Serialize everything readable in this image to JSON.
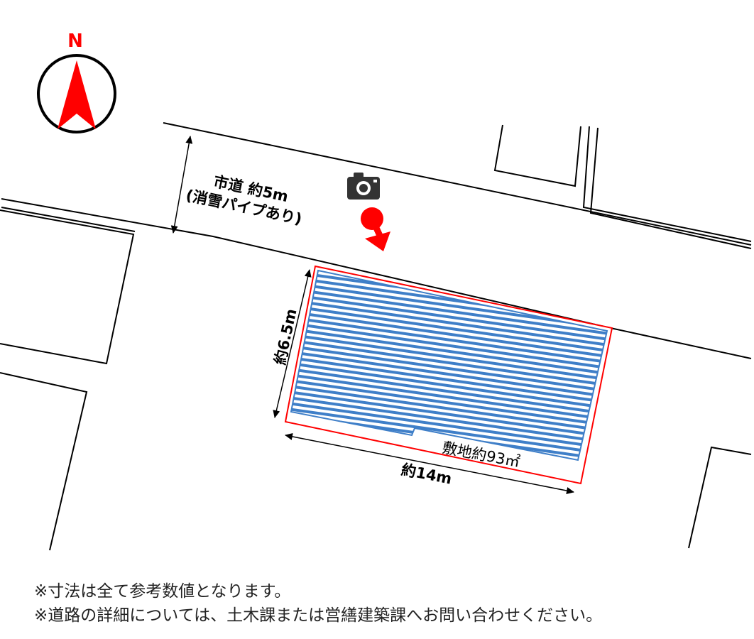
{
  "compass": {
    "label": "N",
    "icon": "north-arrow-icon"
  },
  "road": {
    "label_line1": "市道 約5m",
    "label_line2": "(消雪パイプあり)"
  },
  "photo": {
    "camera_icon": "camera-icon",
    "marker_icon": "viewpoint-marker-icon",
    "arrow_icon": "view-direction-arrow-icon"
  },
  "site": {
    "depth_label": "約6.5m",
    "width_label": "約14m",
    "area_label": "敷地約93㎡",
    "border_color": "#ff0000",
    "hatch_color": "#3f7fc8"
  },
  "notes": [
    "※寸法は全て参考数値となります。",
    "※道路の詳細については、土木課または営繕建築課へお問い合わせください。"
  ]
}
